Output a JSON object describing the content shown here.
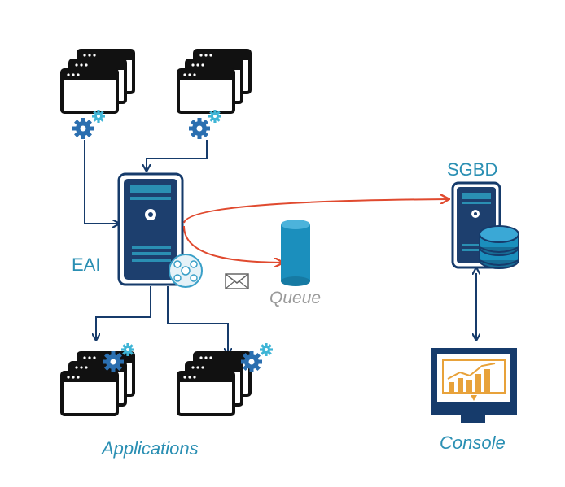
{
  "labels": {
    "eai": "EAI",
    "sgbd": "SGBD",
    "queue": "Queue",
    "applications": "Applications",
    "console": "Console"
  },
  "colors": {
    "navy": "#163b6b",
    "teal": "#2a8fb3",
    "red": "#e04a2f",
    "gear": "#2b6fb0",
    "queue_body": "#1b8fbd",
    "console_orange": "#e8a23a",
    "label_gray": "#9a9a9a"
  },
  "nodes": {
    "source_app_windows": [
      "app-window-stack",
      "app-window-stack"
    ],
    "target_app_windows": [
      "app-window-stack",
      "app-window-stack"
    ],
    "eai_server": "server-tower-icon",
    "queue": "queue-cylinder-icon",
    "message": "envelope-icon",
    "sgbd": "database-server-icon",
    "console": "monitor-chart-icon"
  }
}
